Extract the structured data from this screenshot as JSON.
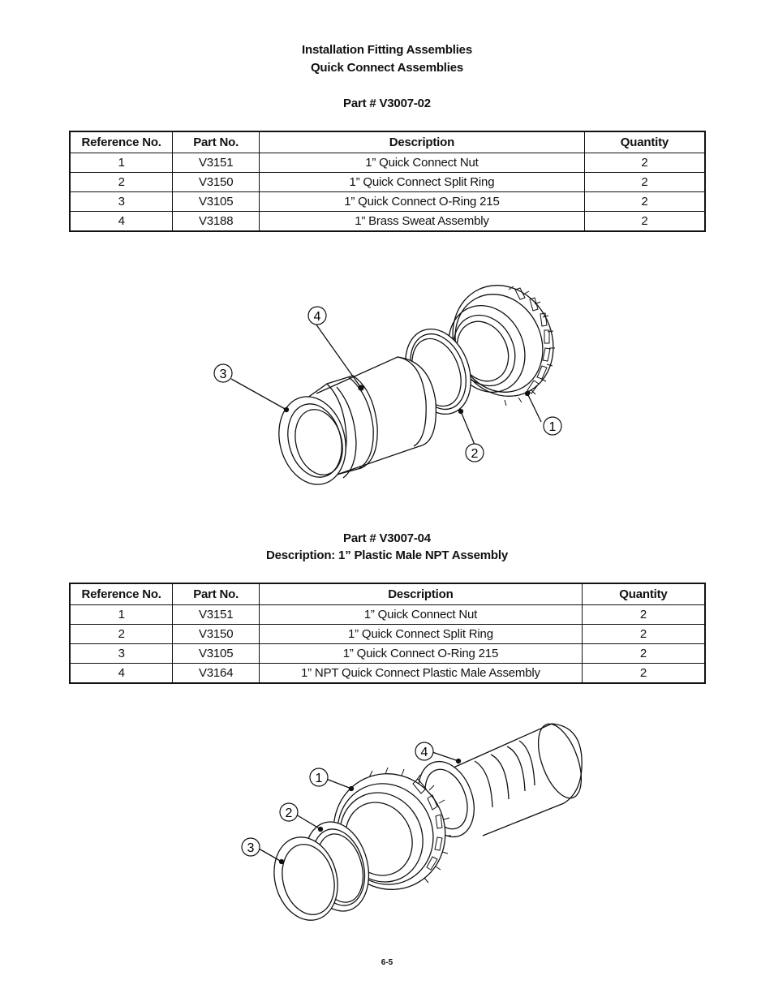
{
  "section1": {
    "title_line1": "Installation Fitting Assemblies",
    "title_line2": "Quick Connect Assemblies",
    "part_number": "Part # V3007-02",
    "table": {
      "headers": [
        "Reference No.",
        "Part No.",
        "Description",
        "Quantity"
      ],
      "rows": [
        [
          "1",
          "V3151",
          "1” Quick Connect Nut",
          "2"
        ],
        [
          "2",
          "V3150",
          "1” Quick Connect Split Ring",
          "2"
        ],
        [
          "3",
          "V3105",
          "1” Quick Connect O-Ring 215",
          "2"
        ],
        [
          "4",
          "V3188",
          "1” Brass Sweat Assembly",
          "2"
        ]
      ]
    },
    "callouts": [
      "1",
      "2",
      "3",
      "4"
    ]
  },
  "section2": {
    "part_number": "Part # V3007-04",
    "description": "Description: 1” Plastic Male NPT Assembly",
    "table": {
      "headers": [
        "Reference No.",
        "Part No.",
        "Description",
        "Quantity"
      ],
      "rows": [
        [
          "1",
          "V3151",
          "1” Quick Connect Nut",
          "2"
        ],
        [
          "2",
          "V3150",
          "1” Quick Connect Split Ring",
          "2"
        ],
        [
          "3",
          "V3105",
          "1” Quick Connect O-Ring 215",
          "2"
        ],
        [
          "4",
          "V3164",
          "1” NPT Quick Connect Plastic Male Assembly",
          "2"
        ]
      ]
    },
    "callouts": [
      "1",
      "2",
      "3",
      "4"
    ]
  },
  "footer": {
    "page_number": "6-5"
  }
}
